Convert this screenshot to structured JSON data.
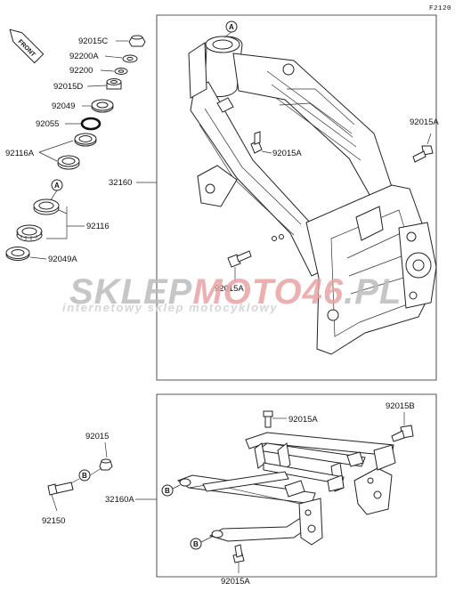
{
  "page_code": "F2120",
  "front_tag": "FRONT",
  "watermark": {
    "brand_a": "SKLEP",
    "brand_b": "MOTO",
    "brand_c": "46",
    "brand_d": ".PL",
    "tagline": "internetowy sklep motocyklowy"
  },
  "callouts": {
    "A": "A",
    "B": "B"
  },
  "labels": {
    "p92015C": "92015C",
    "p92200A": "92200A",
    "p92200": "92200",
    "p92015D": "92015D",
    "p92049": "92049",
    "p92055": "92055",
    "p92116A": "92116A",
    "p92116": "92116",
    "p92049A": "92049A",
    "p32160": "32160",
    "p92015A_frame_mid": "92015A",
    "p92015A_frame_right": "92015A",
    "p92015A_frame_bottom": "92015A",
    "p92015": "92015",
    "p92150": "92150",
    "p32160A": "32160A",
    "p92015A_sub_top": "92015A",
    "p92015B": "92015B",
    "p92015A_sub_bottom": "92015A"
  }
}
